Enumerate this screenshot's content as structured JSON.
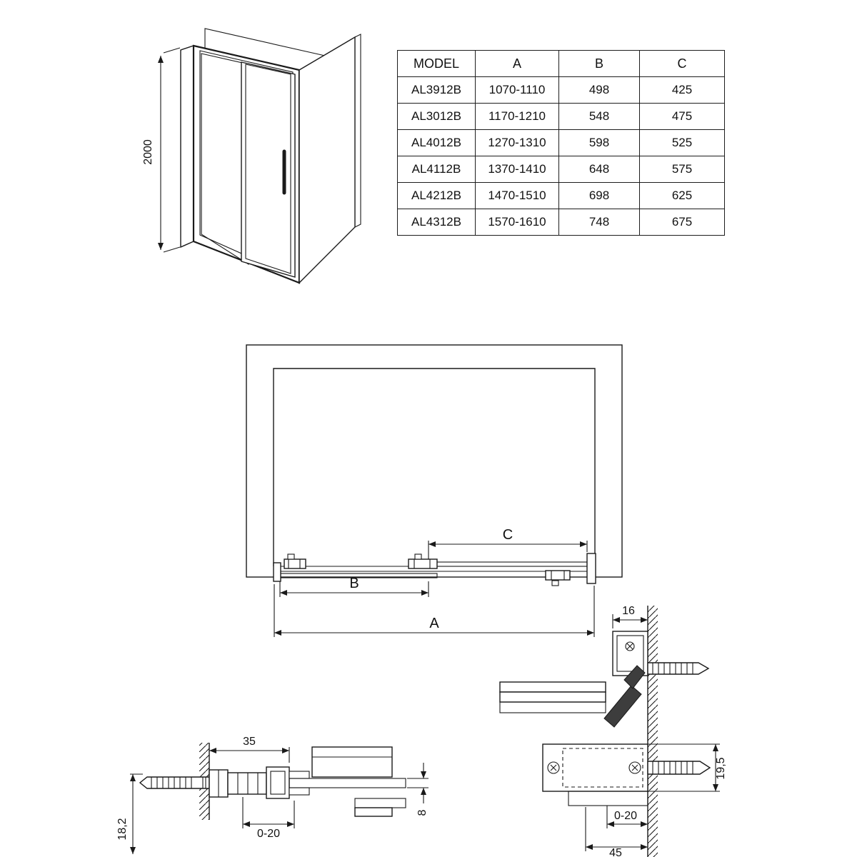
{
  "size_table": {
    "headers": [
      "MODEL",
      "A",
      "B",
      "C"
    ],
    "rows": [
      [
        "AL3912B",
        "1070-1110",
        "498",
        "425"
      ],
      [
        "AL3012B",
        "1170-1210",
        "548",
        "475"
      ],
      [
        "AL4012B",
        "1270-1310",
        "598",
        "525"
      ],
      [
        "AL4112B",
        "1370-1410",
        "648",
        "575"
      ],
      [
        "AL4212B",
        "1470-1510",
        "698",
        "625"
      ],
      [
        "AL4312B",
        "1570-1610",
        "748",
        "675"
      ]
    ]
  },
  "isometric": {
    "height": "2000"
  },
  "plan": {
    "dim_a": "A",
    "dim_b": "B",
    "dim_c": "C"
  },
  "detail_left": {
    "width": "35",
    "adjust": "0-20",
    "depth": "18,2",
    "glass_thickness": "8"
  },
  "detail_right": {
    "profile_width": "16",
    "profile_height": "19,5",
    "adjust": "0-20",
    "base_width": "45"
  },
  "colors": {
    "glass": "#d5e8f6",
    "line": "#1a1a1a",
    "dark_profile": "#3d3d3d"
  }
}
